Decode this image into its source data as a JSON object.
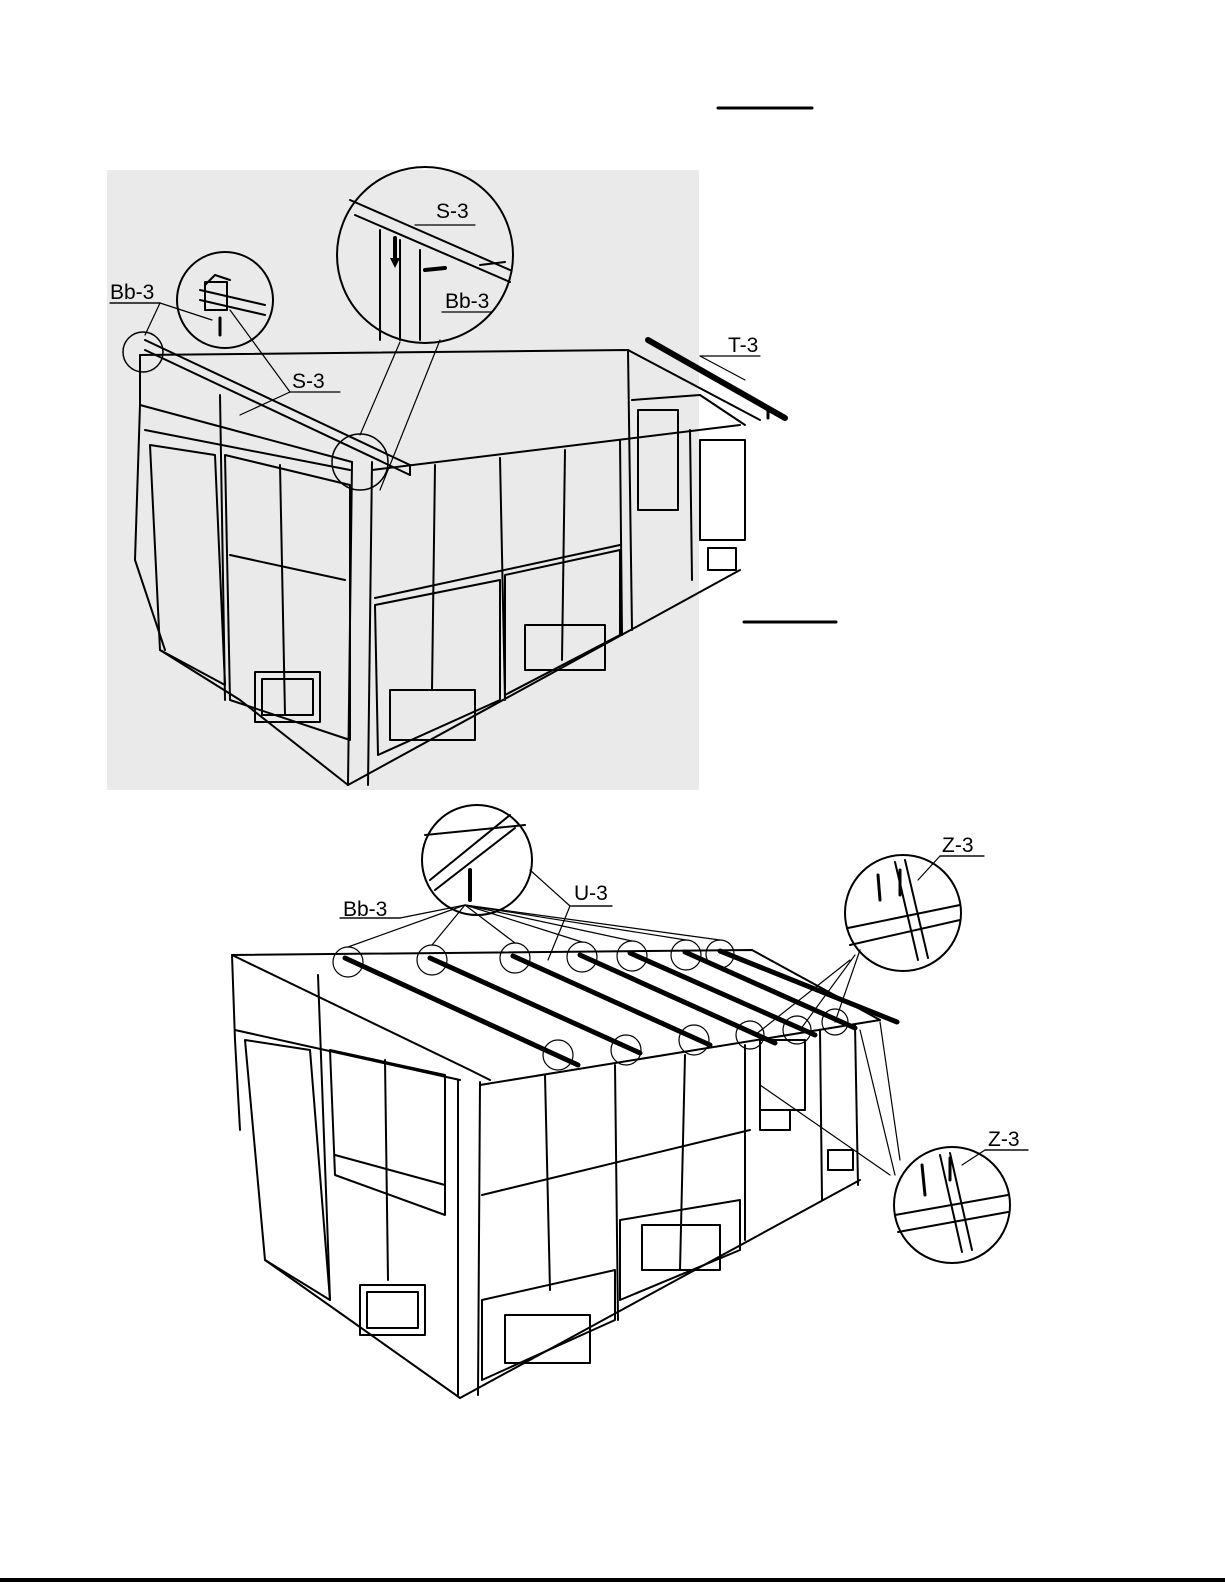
{
  "figure_top": {
    "labels": {
      "bb3_left": "Bb-3",
      "s3_left": "S-3",
      "s3_detail": "S-3",
      "bb3_detail": "Bb-3",
      "t3": "T-3"
    }
  },
  "figure_bottom": {
    "labels": {
      "bb3": "Bb-3",
      "u3": "U-3",
      "z3_top": "Z-3",
      "z3_bottom": "Z-3"
    }
  },
  "colors": {
    "ink": "#000000",
    "paper": "#ffffff",
    "shade": "#e9e9e9"
  }
}
